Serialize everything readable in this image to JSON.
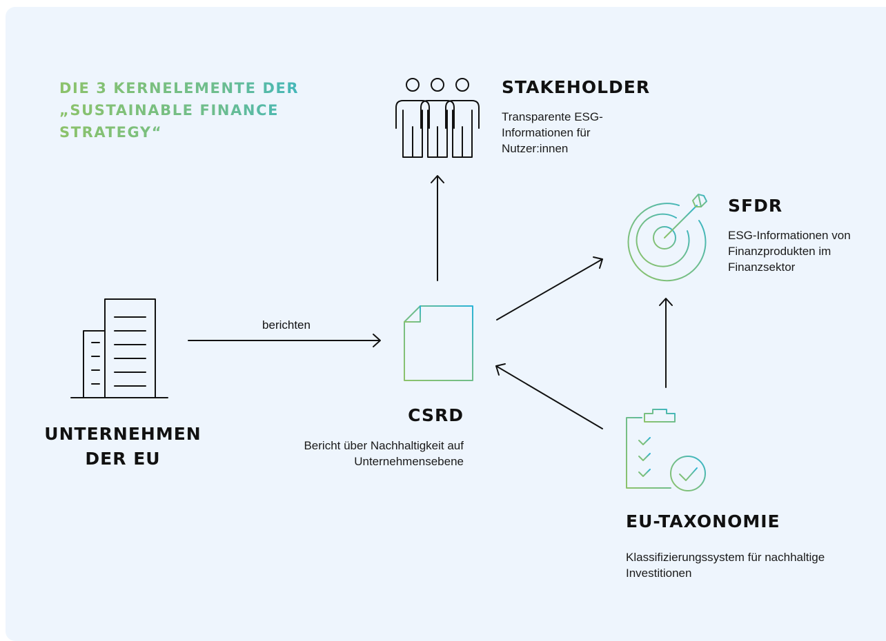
{
  "title": "DIE 3 KERNELEMENTE DER „SUSTAINABLE FINANCE STRATEGY“",
  "nodes": {
    "stakeholder": {
      "title": "STAKEHOLDER",
      "description": "Transparente ESG-Informationen für Nutzer:innen",
      "icon": "people-group-icon"
    },
    "sfdr": {
      "title": "SFDR",
      "description": "ESG-Informationen von Finanzprodukten im Finanzsektor",
      "icon": "target-dart-icon"
    },
    "csrd": {
      "title": "CSRD",
      "description": "Bericht über Nachhaltigkeit auf Unternehmensebene",
      "icon": "report-document-icon"
    },
    "company": {
      "title": "UNTERNEHMEN DER EU",
      "icon": "office-buildings-icon"
    },
    "taxonomy": {
      "title": "EU-TAXONOMIE",
      "description": "Klassifizierungssystem für nachhaltige Investitionen",
      "icon": "checklist-clipboard-icon"
    }
  },
  "edges": [
    {
      "from": "company",
      "to": "csrd",
      "label": "berichten"
    },
    {
      "from": "csrd",
      "to": "stakeholder"
    },
    {
      "from": "csrd",
      "to": "sfdr"
    },
    {
      "from": "taxonomy",
      "to": "csrd"
    },
    {
      "from": "taxonomy",
      "to": "sfdr"
    }
  ],
  "colors": {
    "background": "#eef5fd",
    "gradient_green": "#8cc26a",
    "gradient_teal": "#2ab3d6",
    "text": "#111111"
  }
}
